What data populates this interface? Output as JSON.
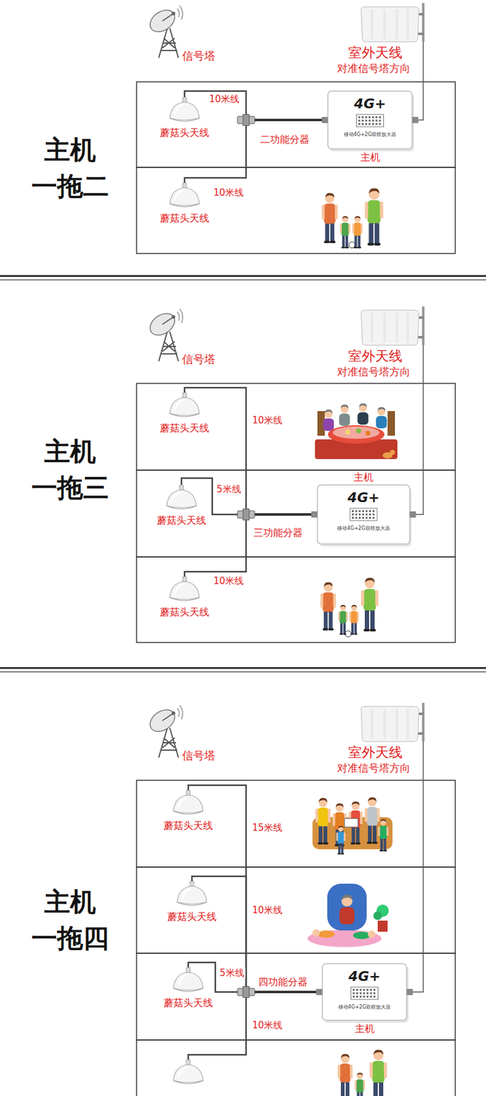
{
  "diagram": {
    "nodes": [
      {
        "text": [
          "信号塔"
        ]
      },
      {
        "text": [
          "室外天线",
          "对准信号塔方向"
        ]
      },
      {
        "text": [
          "蘑菇头天线"
        ]
      },
      {
        "text": [
          "二功能分器"
        ]
      },
      {
        "text": [
          "4G+",
          "移动4G+2G双模放大器",
          "主机"
        ]
      },
      {
        "text": [
          "蘑菇头天线"
        ]
      },
      {
        "text": [
          "信号塔"
        ]
      },
      {
        "text": [
          "室外天线",
          "对准信号塔方向"
        ]
      },
      {
        "text": [
          "蘑菇头天线"
        ]
      },
      {
        "text": [
          "主机",
          "4G+",
          "移动4G+2G双模放大器"
        ]
      },
      {
        "text": [
          "蘑菇头天线"
        ]
      },
      {
        "text": [
          "三功能分器"
        ]
      },
      {
        "text": [
          "蘑菇头天线"
        ]
      },
      {
        "text": [
          "信号塔"
        ]
      },
      {
        "text": [
          "室外天线",
          "对准信号塔方向"
        ]
      },
      {
        "text": [
          "蘑菇头天线"
        ]
      },
      {
        "text": [
          "蘑菇头天线"
        ]
      },
      {
        "text": [
          "蘑菇头天线"
        ]
      },
      {
        "text": [
          "四功能分器"
        ]
      },
      {
        "text": [
          "4G+",
          "移动4G+2G双模放大器",
          "主机"
        ]
      }
    ],
    "edges": [
      {
        "from": 1,
        "to": 4,
        "arrow": "none"
      },
      {
        "from": 4,
        "to": 3,
        "arrow": "none"
      },
      {
        "from": 3,
        "to": 2,
        "label": "10米线",
        "arrow": "none"
      },
      {
        "from": 3,
        "to": 5,
        "label": "10米线",
        "arrow": "none"
      },
      {
        "from": 7,
        "to": 9,
        "arrow": "none"
      },
      {
        "from": 9,
        "to": 11,
        "arrow": "none"
      },
      {
        "from": 11,
        "to": 8,
        "label": "10米线",
        "arrow": "none"
      },
      {
        "from": 11,
        "to": 10,
        "label": "5米线",
        "arrow": "none"
      },
      {
        "from": 11,
        "to": 12,
        "label": "10米线",
        "arrow": "none"
      },
      {
        "from": 14,
        "to": 19,
        "arrow": "none"
      },
      {
        "from": 19,
        "to": 18,
        "arrow": "none"
      },
      {
        "from": 18,
        "to": 15,
        "label": "15米线",
        "arrow": "none"
      },
      {
        "from": 18,
        "to": 16,
        "label": "10米线",
        "arrow": "none"
      },
      {
        "from": 18,
        "to": 17,
        "label": "5米线",
        "arrow": "none"
      }
    ],
    "labels": [
      "主机 一拖二",
      "主机 一拖三",
      "主机 一拖四",
      "10米线"
    ]
  }
}
